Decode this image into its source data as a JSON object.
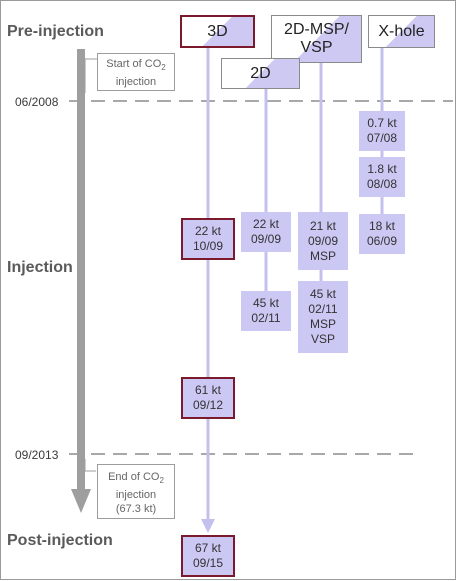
{
  "phases": {
    "pre": "Pre-injection",
    "injection": "Injection",
    "post": "Post-injection"
  },
  "dates": {
    "start": "06/2008",
    "end": "09/2013"
  },
  "callouts": {
    "start_line1": "Start of CO",
    "start_sub": "2",
    "start_line2": "injection",
    "end_line1": "End of CO",
    "end_sub": "2",
    "end_line2": "injection",
    "end_line3": "(67.3 kt)"
  },
  "surveys": {
    "s3d": "3D",
    "s2d": "2D",
    "s2dmsp_line1": "2D-MSP/",
    "s2dmsp_line2": "VSP",
    "xhole": "X-hole"
  },
  "boxes": {
    "b3d_1": [
      "22 kt",
      "10/09"
    ],
    "b3d_2": [
      "61 kt",
      "09/12"
    ],
    "b3d_3": [
      "67 kt",
      "09/15"
    ],
    "b2d_1": [
      "22 kt",
      "09/09"
    ],
    "b2d_2": [
      "45 kt",
      "02/11"
    ],
    "bmsp_1": [
      "21 kt",
      "09/09",
      "MSP"
    ],
    "bmsp_2": [
      "45 kt",
      "02/11",
      "MSP",
      "VSP"
    ],
    "bx_1": [
      "0.7 kt",
      "07/08"
    ],
    "bx_2": [
      "1.8 kt",
      "08/08"
    ],
    "bx_3": [
      "18 kt",
      "06/09"
    ]
  },
  "colors": {
    "lavender": "#cbc8f4",
    "line": "#c4c0ee",
    "maroon": "#7b1a2c",
    "timeline": "#9e9e9e",
    "dash": "#a8a8a8"
  }
}
